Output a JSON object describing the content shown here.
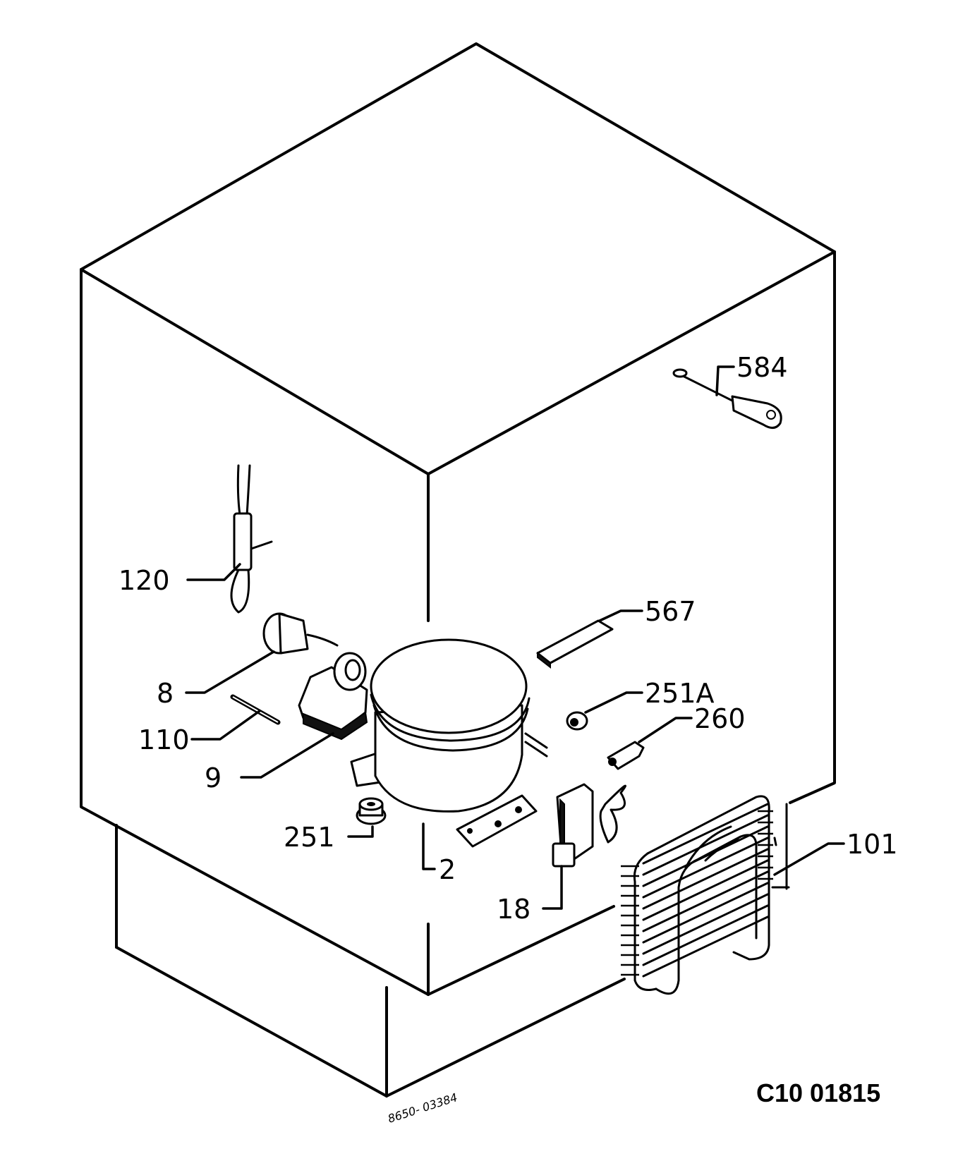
{
  "diagram": {
    "callouts": {
      "c584": "584",
      "c120": "120",
      "c567": "567",
      "c8": "8",
      "c251a": "251A",
      "c260": "260",
      "c110": "110",
      "c9": "9",
      "c251": "251",
      "c101": "101",
      "c2": "2",
      "c18": "18"
    },
    "drawing_code": "C10 01815",
    "stamp": "8650- 03384"
  }
}
